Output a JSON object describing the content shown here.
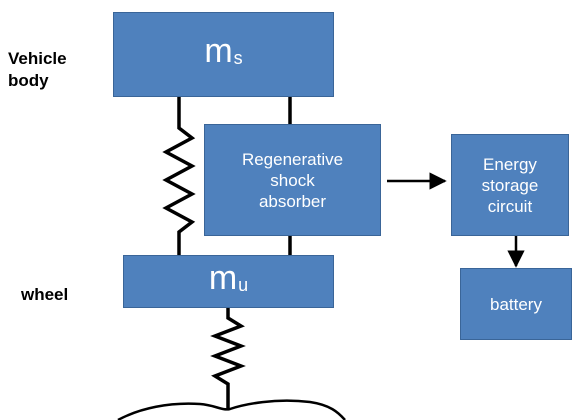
{
  "labels": {
    "vehicle_body": "Vehicle\nbody",
    "wheel": "wheel"
  },
  "blocks": {
    "sprung_mass": {
      "main": "m",
      "sub": "s"
    },
    "unsprung_mass": {
      "main": "m",
      "sub": "u"
    },
    "shock_absorber": "Regenerative\nshock\nabsorber",
    "energy_storage": "Energy\nstorage\ncircuit",
    "battery": "battery"
  },
  "colors": {
    "block_fill": "#4f81bd",
    "block_border": "#3a6598",
    "block_text": "#ffffff",
    "lines": "#000000"
  }
}
